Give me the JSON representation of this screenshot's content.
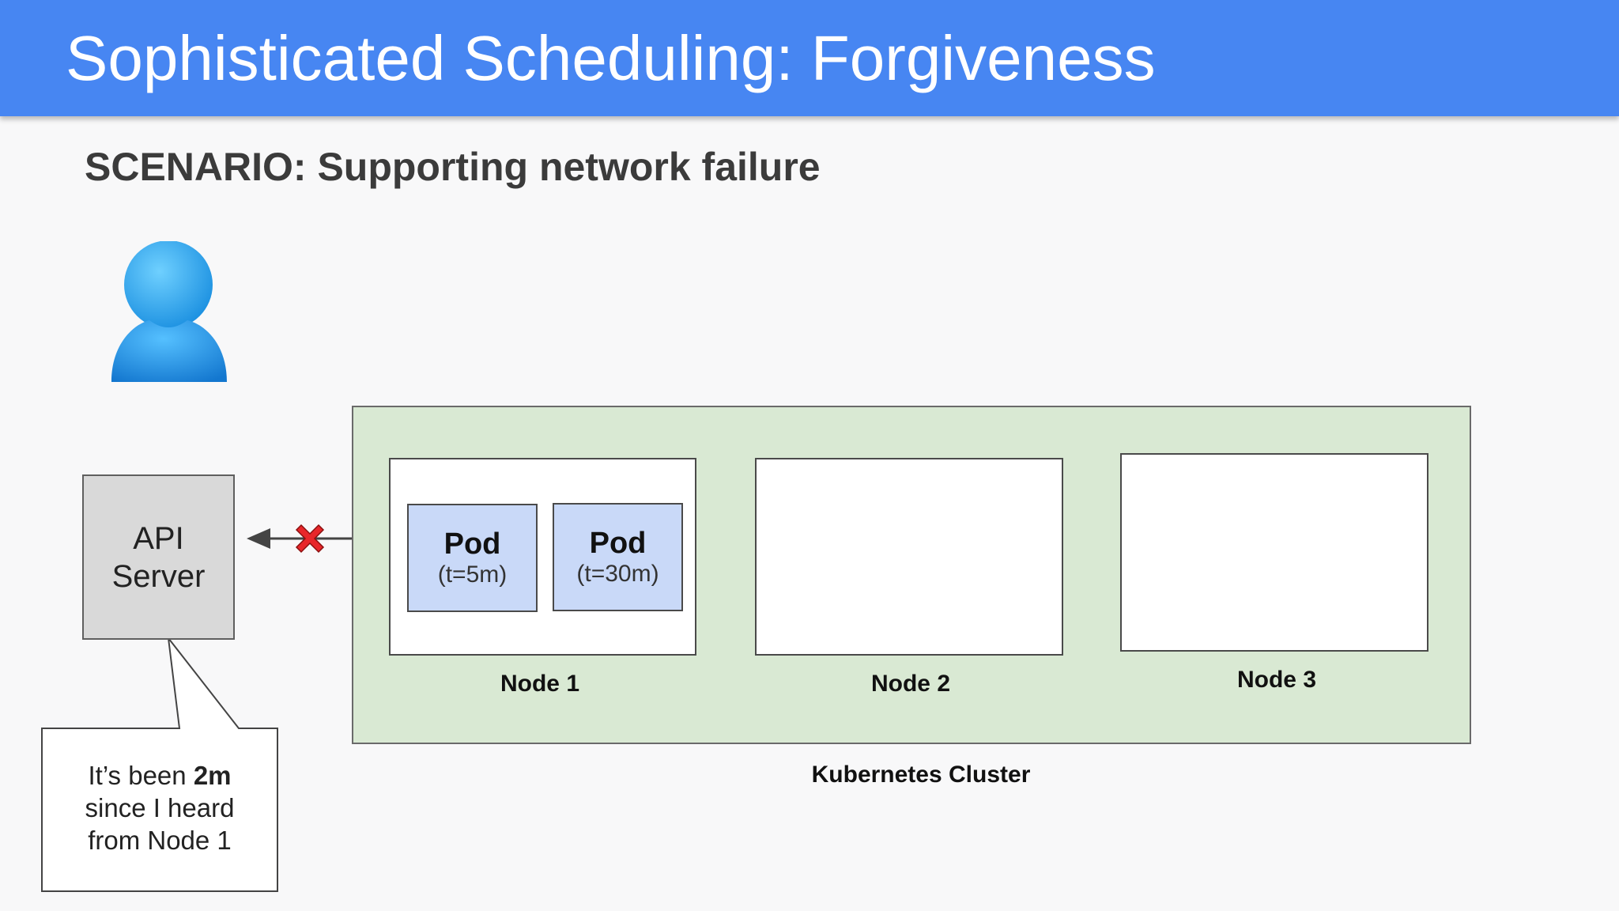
{
  "slide": {
    "title": "Sophisticated Scheduling: Forgiveness",
    "subtitle": "SCENARIO: Supporting network failure"
  },
  "user": {
    "icon": "user-icon"
  },
  "api_server": {
    "line1": "API",
    "line2": "Server"
  },
  "callout": {
    "before": "It’s been ",
    "emphasis": "2m",
    "after_line1": "since I heard",
    "line3": "from Node 1"
  },
  "connection": {
    "status": "broken",
    "icon": "red-x-icon"
  },
  "cluster": {
    "label": "Kubernetes Cluster",
    "nodes": [
      {
        "label": "Node 1",
        "pods": [
          {
            "name": "Pod",
            "toleration": "(t=5m)"
          },
          {
            "name": "Pod",
            "toleration": "(t=30m)"
          }
        ]
      },
      {
        "label": "Node 2",
        "pods": []
      },
      {
        "label": "Node 3",
        "pods": []
      }
    ]
  },
  "colors": {
    "title_bar": "#4786f2",
    "cluster_fill": "#d9e9d3",
    "pod_fill": "#c9d9f8",
    "api_server_fill": "#d9d9d9",
    "error": "#e8262a"
  }
}
